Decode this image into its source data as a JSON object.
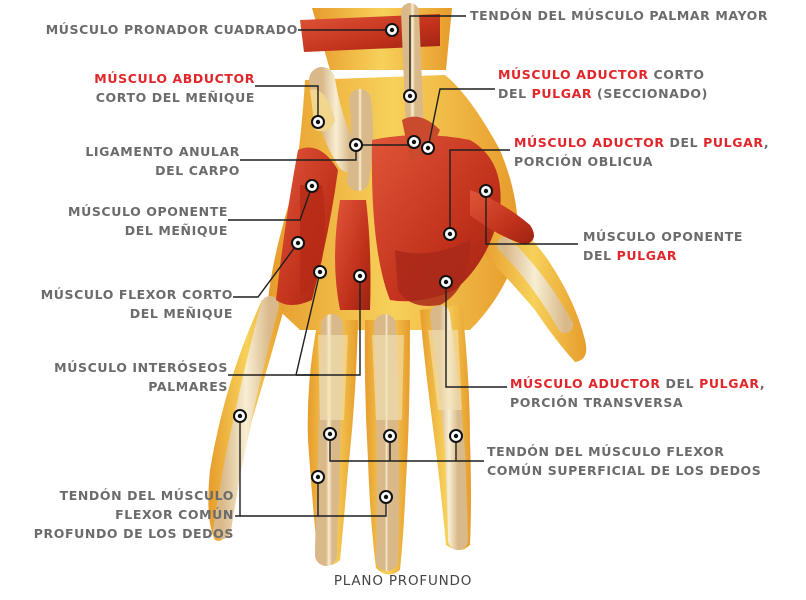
{
  "caption": "PLANO PROFUNDO",
  "colors": {
    "text": "#6b6b6b",
    "highlight": "#e0262a",
    "muscle": "#c9381f",
    "tendon": "#efe1b8",
    "bone": "#f2c14a",
    "leader": "#222222"
  },
  "labels": {
    "pronador": [
      "MÚSCULO PRONADOR CUADRADO"
    ],
    "palmar_mayor": [
      "TENDÓN DEL MÚSCULO PALMAR MAYOR"
    ],
    "abductor_menique": {
      "l1a": "MÚSCULO ABDUCTOR",
      "l2": "CORTO DEL MEÑIQUE"
    },
    "aductor_corto": {
      "l1a": "MÚSCULO ADUCTOR",
      "l1b": " CORTO",
      "l2a": "DEL ",
      "l2b": "PULGAR",
      "l2c": " (SECCIONADO)"
    },
    "ligamento": [
      "LIGAMENTO ANULAR",
      "DEL CARPO"
    ],
    "aductor_oblicua": {
      "l1a": "MÚSCULO ADUCTOR",
      "l1b": " DEL ",
      "l1c": "PULGAR",
      "l1d": ",",
      "l2": "PORCIÓN OBLICUA"
    },
    "oponente_menique": [
      "MÚSCULO OPONENTE",
      "DEL MEÑIQUE"
    ],
    "oponente_pulgar": {
      "l1": "MÚSCULO OPONENTE",
      "l2a": "DEL ",
      "l2b": "PULGAR"
    },
    "flexor_corto": [
      "MÚSCULO FLEXOR CORTO",
      "DEL MEÑIQUE"
    ],
    "interoseos": [
      "MÚSCULO INTERÓSEOS",
      "PALMARES"
    ],
    "aductor_transversa": {
      "l1a": "MÚSCULO ADUCTOR",
      "l1b": " DEL ",
      "l1c": "PULGAR",
      "l1d": ",",
      "l2": "PORCIÓN TRANSVERSA"
    },
    "flexor_superficial": [
      "TENDÓN DEL MÚSCULO FLEXOR",
      "COMÚN SUPERFICIAL DE LOS DEDOS"
    ],
    "flexor_profundo": [
      "TENDÓN DEL MÚSCULO",
      "FLEXOR COMÚN",
      "PROFUNDO DE LOS DEDOS"
    ]
  }
}
